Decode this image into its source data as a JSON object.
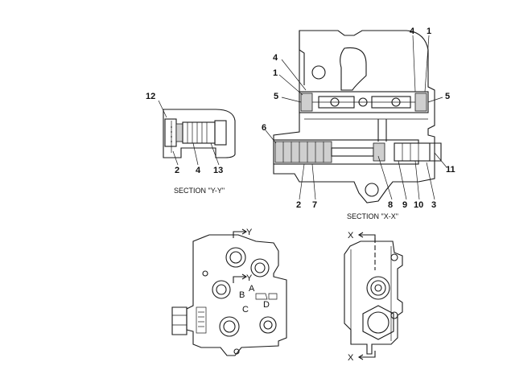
{
  "captions": {
    "section_yy": "SECTION \"Y-Y\"",
    "section_xx": "SECTION \"X-X\""
  },
  "section_yy_callouts": {
    "c12": "12",
    "c2": "2",
    "c4": "4",
    "c13": "13"
  },
  "section_xx_callouts": {
    "c4": "4",
    "c1_top_right": "1",
    "c4_left": "4",
    "c1_left": "1",
    "c5_left": "5",
    "c5_right": "5",
    "c6": "6",
    "c11": "11",
    "c2": "2",
    "c7": "7",
    "c8": "8",
    "c9": "9",
    "c10": "10",
    "c3": "3"
  },
  "front_view": {
    "y_mark_top": "Y",
    "y_mark_mid": "Y",
    "port_a": "A",
    "port_b": "B",
    "port_c": "C",
    "port_d": "D"
  },
  "side_view": {
    "x_mark_top": "X",
    "x_mark_bottom": "X"
  }
}
